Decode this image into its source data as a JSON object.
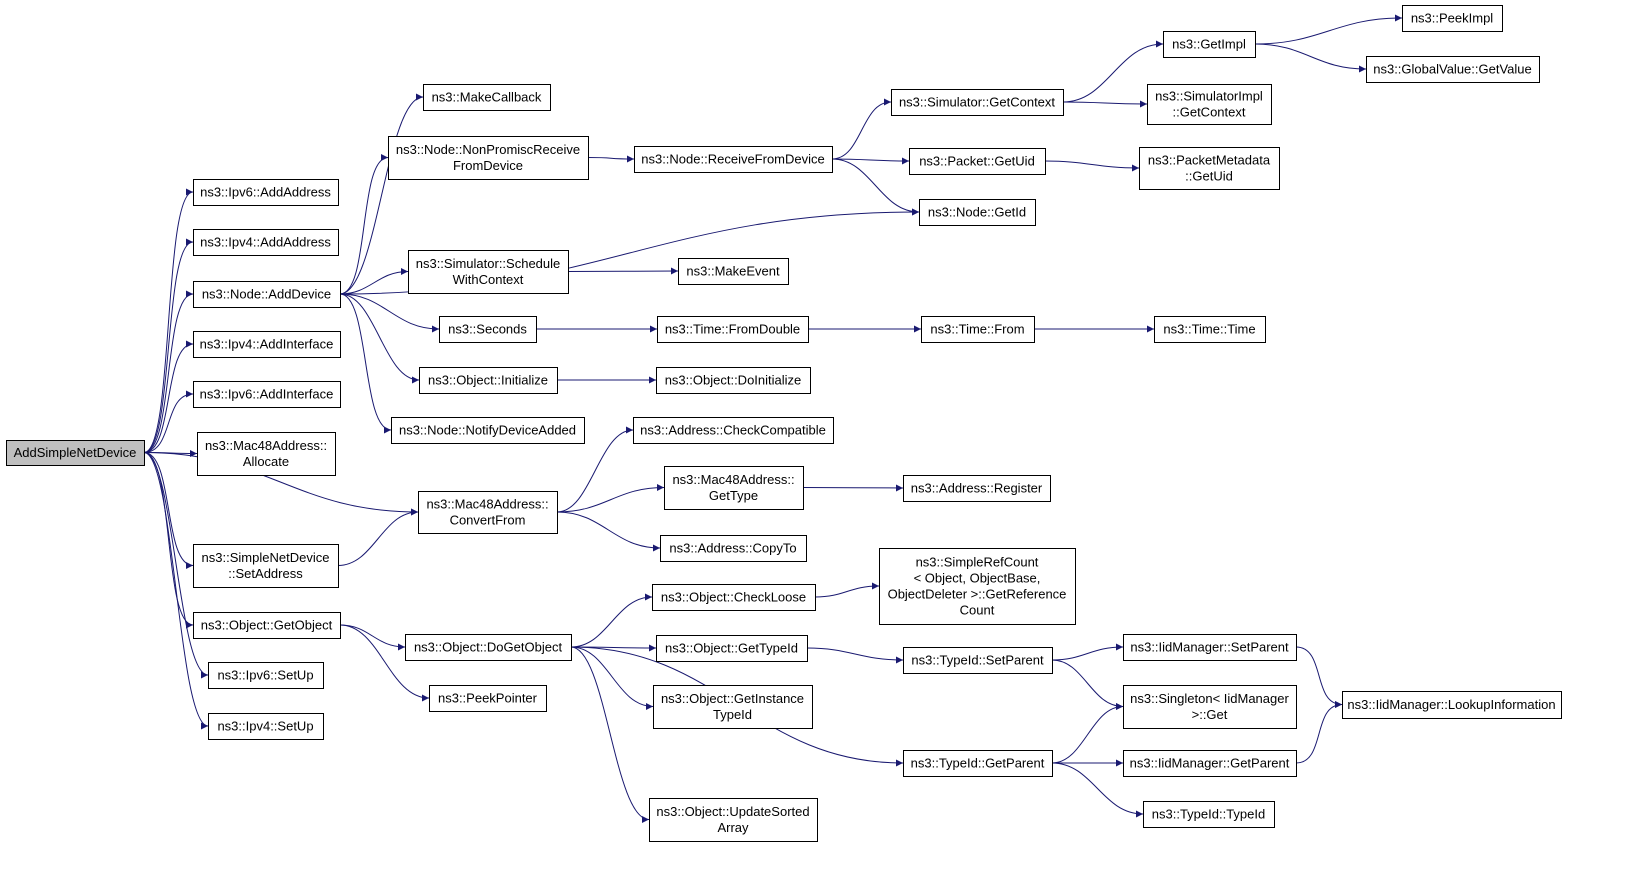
{
  "colors": {
    "edge": "#191970",
    "node_border": "#000000",
    "node_border_truncated": "#ff0000",
    "node_fill": "#ffffff",
    "root_fill": "#bfbfbf"
  },
  "nodes": [
    {
      "id": "root",
      "lines": [
        "AddSimpleNetDevice"
      ],
      "style": "root"
    },
    {
      "id": "ipv6_addaddress",
      "lines": [
        "ns3::Ipv6::AddAddress"
      ],
      "style": "normal"
    },
    {
      "id": "ipv4_addaddress",
      "lines": [
        "ns3::Ipv4::AddAddress"
      ],
      "style": "normal"
    },
    {
      "id": "node_adddevice",
      "lines": [
        "ns3::Node::AddDevice"
      ],
      "style": "normal"
    },
    {
      "id": "ipv4_addinterface",
      "lines": [
        "ns3::Ipv4::AddInterface"
      ],
      "style": "normal"
    },
    {
      "id": "ipv6_addinterface",
      "lines": [
        "ns3::Ipv6::AddInterface"
      ],
      "style": "normal"
    },
    {
      "id": "mac48_allocate",
      "lines": [
        "ns3::Mac48Address::",
        "Allocate"
      ],
      "style": "normal"
    },
    {
      "id": "simplenet_setaddress",
      "lines": [
        "ns3::SimpleNetDevice",
        "::SetAddress"
      ],
      "style": "normal"
    },
    {
      "id": "object_getobject",
      "lines": [
        "ns3::Object::GetObject"
      ],
      "style": "normal"
    },
    {
      "id": "ipv6_setup",
      "lines": [
        "ns3::Ipv6::SetUp"
      ],
      "style": "normal"
    },
    {
      "id": "ipv4_setup",
      "lines": [
        "ns3::Ipv4::SetUp"
      ],
      "style": "normal"
    },
    {
      "id": "makecallback",
      "lines": [
        "ns3::MakeCallback"
      ],
      "style": "normal"
    },
    {
      "id": "node_nonpromisc",
      "lines": [
        "ns3::Node::NonPromiscReceive",
        "FromDevice"
      ],
      "style": "normal"
    },
    {
      "id": "sim_schedule",
      "lines": [
        "ns3::Simulator::Schedule",
        "WithContext"
      ],
      "style": "normal"
    },
    {
      "id": "seconds",
      "lines": [
        "ns3::Seconds"
      ],
      "style": "normal"
    },
    {
      "id": "object_initialize",
      "lines": [
        "ns3::Object::Initialize"
      ],
      "style": "normal"
    },
    {
      "id": "node_notify",
      "lines": [
        "ns3::Node::NotifyDeviceAdded"
      ],
      "style": "normal"
    },
    {
      "id": "mac48_convertfrom",
      "lines": [
        "ns3::Mac48Address::",
        "ConvertFrom"
      ],
      "style": "normal"
    },
    {
      "id": "object_dogetobject",
      "lines": [
        "ns3::Object::DoGetObject"
      ],
      "style": "normal"
    },
    {
      "id": "peekpointer",
      "lines": [
        "ns3::PeekPointer"
      ],
      "style": "normal"
    },
    {
      "id": "node_receivefromdevice",
      "lines": [
        "ns3::Node::ReceiveFromDevice"
      ],
      "style": "normal"
    },
    {
      "id": "makeevent",
      "lines": [
        "ns3::MakeEvent"
      ],
      "style": "normal"
    },
    {
      "id": "time_fromdouble",
      "lines": [
        "ns3::Time::FromDouble"
      ],
      "style": "normal"
    },
    {
      "id": "object_doinitialize",
      "lines": [
        "ns3::Object::DoInitialize"
      ],
      "style": "normal"
    },
    {
      "id": "address_checkcompatible",
      "lines": [
        "ns3::Address::CheckCompatible"
      ],
      "style": "normal"
    },
    {
      "id": "mac48_gettype",
      "lines": [
        "ns3::Mac48Address::",
        "GetType"
      ],
      "style": "normal"
    },
    {
      "id": "address_copyto",
      "lines": [
        "ns3::Address::CopyTo"
      ],
      "style": "normal"
    },
    {
      "id": "object_checkloose",
      "lines": [
        "ns3::Object::CheckLoose"
      ],
      "style": "normal"
    },
    {
      "id": "object_gettypeid",
      "lines": [
        "ns3::Object::GetTypeId"
      ],
      "style": "normal"
    },
    {
      "id": "object_getinstancetypeid",
      "lines": [
        "ns3::Object::GetInstance",
        "TypeId"
      ],
      "style": "normal"
    },
    {
      "id": "object_updatesorted",
      "lines": [
        "ns3::Object::UpdateSorted",
        "Array"
      ],
      "style": "normal"
    },
    {
      "id": "sim_getcontext",
      "lines": [
        "ns3::Simulator::GetContext"
      ],
      "style": "normal"
    },
    {
      "id": "packet_getuid",
      "lines": [
        "ns3::Packet::GetUid"
      ],
      "style": "normal"
    },
    {
      "id": "node_getid",
      "lines": [
        "ns3::Node::GetId"
      ],
      "style": "normal"
    },
    {
      "id": "time_from",
      "lines": [
        "ns3::Time::From"
      ],
      "style": "normal"
    },
    {
      "id": "address_register",
      "lines": [
        "ns3::Address::Register"
      ],
      "style": "normal"
    },
    {
      "id": "simplerefcount",
      "lines": [
        "ns3::SimpleRefCount",
        "< Object, ObjectBase,",
        "ObjectDeleter >::GetReference",
        "Count"
      ],
      "style": "normal"
    },
    {
      "id": "typeid_setparent",
      "lines": [
        "ns3::TypeId::SetParent"
      ],
      "style": "normal"
    },
    {
      "id": "typeid_getparent",
      "lines": [
        "ns3::TypeId::GetParent"
      ],
      "style": "normal"
    },
    {
      "id": "getimpl",
      "lines": [
        "ns3::GetImpl"
      ],
      "style": "truncated"
    },
    {
      "id": "simimpl_getcontext",
      "lines": [
        "ns3::SimulatorImpl",
        "::GetContext"
      ],
      "style": "normal"
    },
    {
      "id": "packetmetadata_getuid",
      "lines": [
        "ns3::PacketMetadata",
        "::GetUid"
      ],
      "style": "normal"
    },
    {
      "id": "time_time",
      "lines": [
        "ns3::Time::Time"
      ],
      "style": "truncated"
    },
    {
      "id": "iidmanager_setparent",
      "lines": [
        "ns3::IidManager::SetParent"
      ],
      "style": "normal"
    },
    {
      "id": "singleton_get",
      "lines": [
        "ns3::Singleton< IidManager",
        ">::Get"
      ],
      "style": "normal"
    },
    {
      "id": "iidmanager_getparent",
      "lines": [
        "ns3::IidManager::GetParent"
      ],
      "style": "normal"
    },
    {
      "id": "typeid_typeid",
      "lines": [
        "ns3::TypeId::TypeId"
      ],
      "style": "normal"
    },
    {
      "id": "peekimpl",
      "lines": [
        "ns3::PeekImpl"
      ],
      "style": "normal"
    },
    {
      "id": "globalvalue_getvalue",
      "lines": [
        "ns3::GlobalValue::GetValue"
      ],
      "style": "truncated"
    },
    {
      "id": "iidmanager_lookup",
      "lines": [
        "ns3::IidManager::LookupInformation"
      ],
      "style": "normal"
    }
  ],
  "edges": [
    [
      "root",
      "ipv6_addaddress"
    ],
    [
      "root",
      "ipv4_addaddress"
    ],
    [
      "root",
      "node_adddevice"
    ],
    [
      "root",
      "ipv4_addinterface"
    ],
    [
      "root",
      "ipv6_addinterface"
    ],
    [
      "root",
      "mac48_allocate"
    ],
    [
      "root",
      "mac48_convertfrom"
    ],
    [
      "root",
      "simplenet_setaddress"
    ],
    [
      "root",
      "object_getobject"
    ],
    [
      "root",
      "ipv6_setup"
    ],
    [
      "root",
      "ipv4_setup"
    ],
    [
      "node_adddevice",
      "makecallback"
    ],
    [
      "node_adddevice",
      "node_nonpromisc"
    ],
    [
      "node_adddevice",
      "node_getid"
    ],
    [
      "node_adddevice",
      "sim_schedule"
    ],
    [
      "node_adddevice",
      "seconds"
    ],
    [
      "node_adddevice",
      "object_initialize"
    ],
    [
      "node_adddevice",
      "node_notify"
    ],
    [
      "node_nonpromisc",
      "node_receivefromdevice"
    ],
    [
      "node_receivefromdevice",
      "sim_getcontext"
    ],
    [
      "node_receivefromdevice",
      "packet_getuid"
    ],
    [
      "node_receivefromdevice",
      "node_getid"
    ],
    [
      "sim_getcontext",
      "getimpl"
    ],
    [
      "sim_getcontext",
      "simimpl_getcontext"
    ],
    [
      "getimpl",
      "peekimpl"
    ],
    [
      "getimpl",
      "globalvalue_getvalue"
    ],
    [
      "packet_getuid",
      "packetmetadata_getuid"
    ],
    [
      "sim_schedule",
      "makeevent"
    ],
    [
      "seconds",
      "time_fromdouble"
    ],
    [
      "time_fromdouble",
      "time_from"
    ],
    [
      "time_from",
      "time_time"
    ],
    [
      "object_initialize",
      "object_doinitialize"
    ],
    [
      "simplenet_setaddress",
      "mac48_convertfrom"
    ],
    [
      "mac48_convertfrom",
      "address_checkcompatible"
    ],
    [
      "mac48_convertfrom",
      "mac48_gettype"
    ],
    [
      "mac48_convertfrom",
      "address_copyto"
    ],
    [
      "mac48_gettype",
      "address_register"
    ],
    [
      "object_getobject",
      "object_dogetobject"
    ],
    [
      "object_getobject",
      "peekpointer"
    ],
    [
      "object_dogetobject",
      "object_checkloose"
    ],
    [
      "object_dogetobject",
      "object_gettypeid"
    ],
    [
      "object_dogetobject",
      "object_getinstancetypeid"
    ],
    [
      "object_dogetobject",
      "typeid_getparent"
    ],
    [
      "object_dogetobject",
      "object_updatesorted"
    ],
    [
      "object_checkloose",
      "simplerefcount"
    ],
    [
      "object_gettypeid",
      "typeid_setparent"
    ],
    [
      "typeid_setparent",
      "iidmanager_setparent"
    ],
    [
      "typeid_setparent",
      "singleton_get"
    ],
    [
      "iidmanager_setparent",
      "iidmanager_lookup"
    ],
    [
      "typeid_getparent",
      "singleton_get"
    ],
    [
      "typeid_getparent",
      "iidmanager_getparent"
    ],
    [
      "typeid_getparent",
      "typeid_typeid"
    ],
    [
      "iidmanager_getparent",
      "iidmanager_lookup"
    ]
  ]
}
